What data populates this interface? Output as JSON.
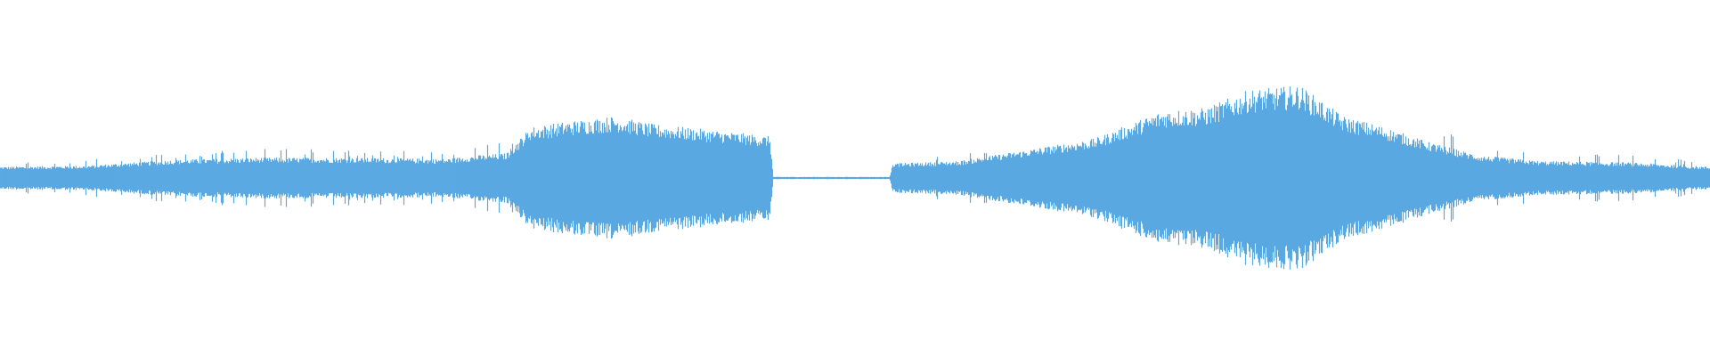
{
  "waveform": {
    "color": "#5aa9e2",
    "background": "#ffffff",
    "amplitude_envelope": [
      {
        "t": 0.0,
        "amp": 0.1
      },
      {
        "t": 0.05,
        "amp": 0.11
      },
      {
        "t": 0.1,
        "amp": 0.16
      },
      {
        "t": 0.15,
        "amp": 0.18
      },
      {
        "t": 0.2,
        "amp": 0.18
      },
      {
        "t": 0.26,
        "amp": 0.17
      },
      {
        "t": 0.278,
        "amp": 0.2
      },
      {
        "t": 0.296,
        "amp": 0.22
      },
      {
        "t": 0.31,
        "amp": 0.45
      },
      {
        "t": 0.33,
        "amp": 0.5
      },
      {
        "t": 0.36,
        "amp": 0.55
      },
      {
        "t": 0.38,
        "amp": 0.48
      },
      {
        "t": 0.42,
        "amp": 0.42
      },
      {
        "t": 0.45,
        "amp": 0.37
      },
      {
        "t": 0.452,
        "amp": 0.01
      },
      {
        "t": 0.52,
        "amp": 0.01
      },
      {
        "t": 0.522,
        "amp": 0.13
      },
      {
        "t": 0.56,
        "amp": 0.15
      },
      {
        "t": 0.6,
        "amp": 0.25
      },
      {
        "t": 0.64,
        "amp": 0.35
      },
      {
        "t": 0.68,
        "amp": 0.6
      },
      {
        "t": 0.705,
        "amp": 0.62
      },
      {
        "t": 0.73,
        "amp": 0.78
      },
      {
        "t": 0.76,
        "amp": 0.82
      },
      {
        "t": 0.785,
        "amp": 0.55
      },
      {
        "t": 0.81,
        "amp": 0.45
      },
      {
        "t": 0.835,
        "amp": 0.32
      },
      {
        "t": 0.865,
        "amp": 0.2
      },
      {
        "t": 0.9,
        "amp": 0.15
      },
      {
        "t": 0.95,
        "amp": 0.14
      },
      {
        "t": 1.0,
        "amp": 0.1
      }
    ]
  }
}
